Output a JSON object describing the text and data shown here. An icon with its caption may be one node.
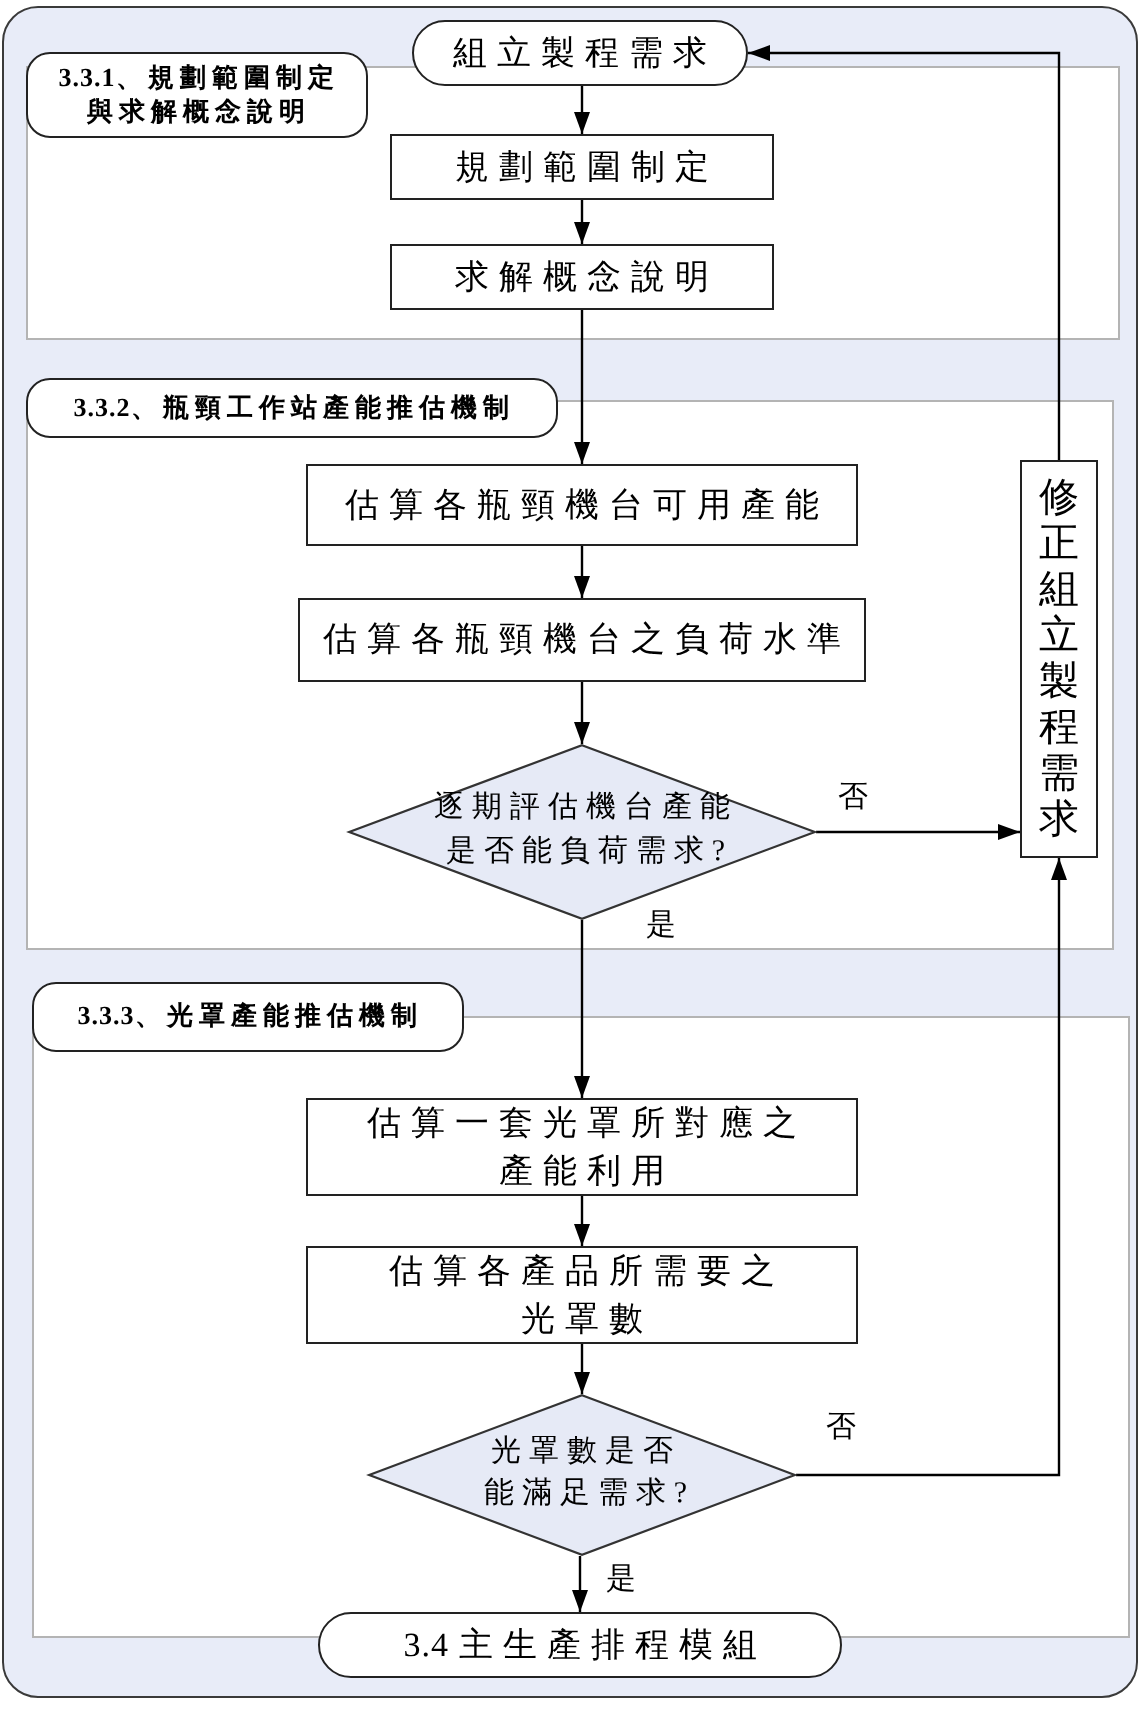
{
  "diagram": {
    "nodes": [
      {
        "text": [
          "組立製程需求"
        ]
      },
      {
        "text": [
          "3.3.1、規劃範圍制定與求解概念說明"
        ]
      },
      {
        "text": [],
        "shape": "box"
      },
      {
        "text": [
          "規劃範圍制定"
        ],
        "in": 2
      },
      {
        "text": [
          "求解概念說明"
        ],
        "in": 2
      },
      {
        "text": [
          "3.3.2、瓶頸工作站產能推估機制"
        ]
      },
      {
        "text": [],
        "shape": "box"
      },
      {
        "text": [
          "估算各瓶頸機台可用產能"
        ],
        "in": 6
      },
      {
        "text": [
          "估算各瓶頸機台之負荷水準"
        ],
        "in": 6
      },
      {
        "text": [
          "逐期評估機台產能是否能負荷需求?"
        ],
        "in": 6
      },
      {
        "text": [
          "修正組立製程需求"
        ],
        "in": 6
      },
      {
        "text": [
          "3.3.3、光罩產能推估機制"
        ]
      },
      {
        "text": [],
        "shape": "box"
      },
      {
        "text": [
          "估算一套光罩所對應之產能利用"
        ],
        "in": 12
      },
      {
        "text": [
          "估算各產品所需要之光罩數"
        ],
        "in": 12
      },
      {
        "text": [
          "光罩數是否能滿足需求?"
        ],
        "in": 12
      },
      {
        "text": [
          "3.4 主生產排程模組"
        ]
      }
    ],
    "edges": [
      {
        "from": 0,
        "to": 3,
        "arrow": "to"
      },
      {
        "from": 3,
        "to": 4,
        "arrow": "to"
      },
      {
        "from": 4,
        "to": 7,
        "arrow": "to"
      },
      {
        "from": 7,
        "to": 8,
        "arrow": "to"
      },
      {
        "from": 8,
        "to": 9,
        "arrow": "to"
      },
      {
        "from": 9,
        "to": 10,
        "arrow": "to",
        "label": "否"
      },
      {
        "from": 9,
        "to": 13,
        "arrow": "to",
        "label": "是"
      },
      {
        "from": 13,
        "to": 14,
        "arrow": "to"
      },
      {
        "from": 14,
        "to": 15,
        "arrow": "to"
      },
      {
        "from": 15,
        "to": 10,
        "arrow": "to",
        "label": "否"
      },
      {
        "from": 15,
        "to": 16,
        "arrow": "to",
        "label": "是"
      },
      {
        "from": 10,
        "to": 0,
        "arrow": "to"
      }
    ]
  }
}
